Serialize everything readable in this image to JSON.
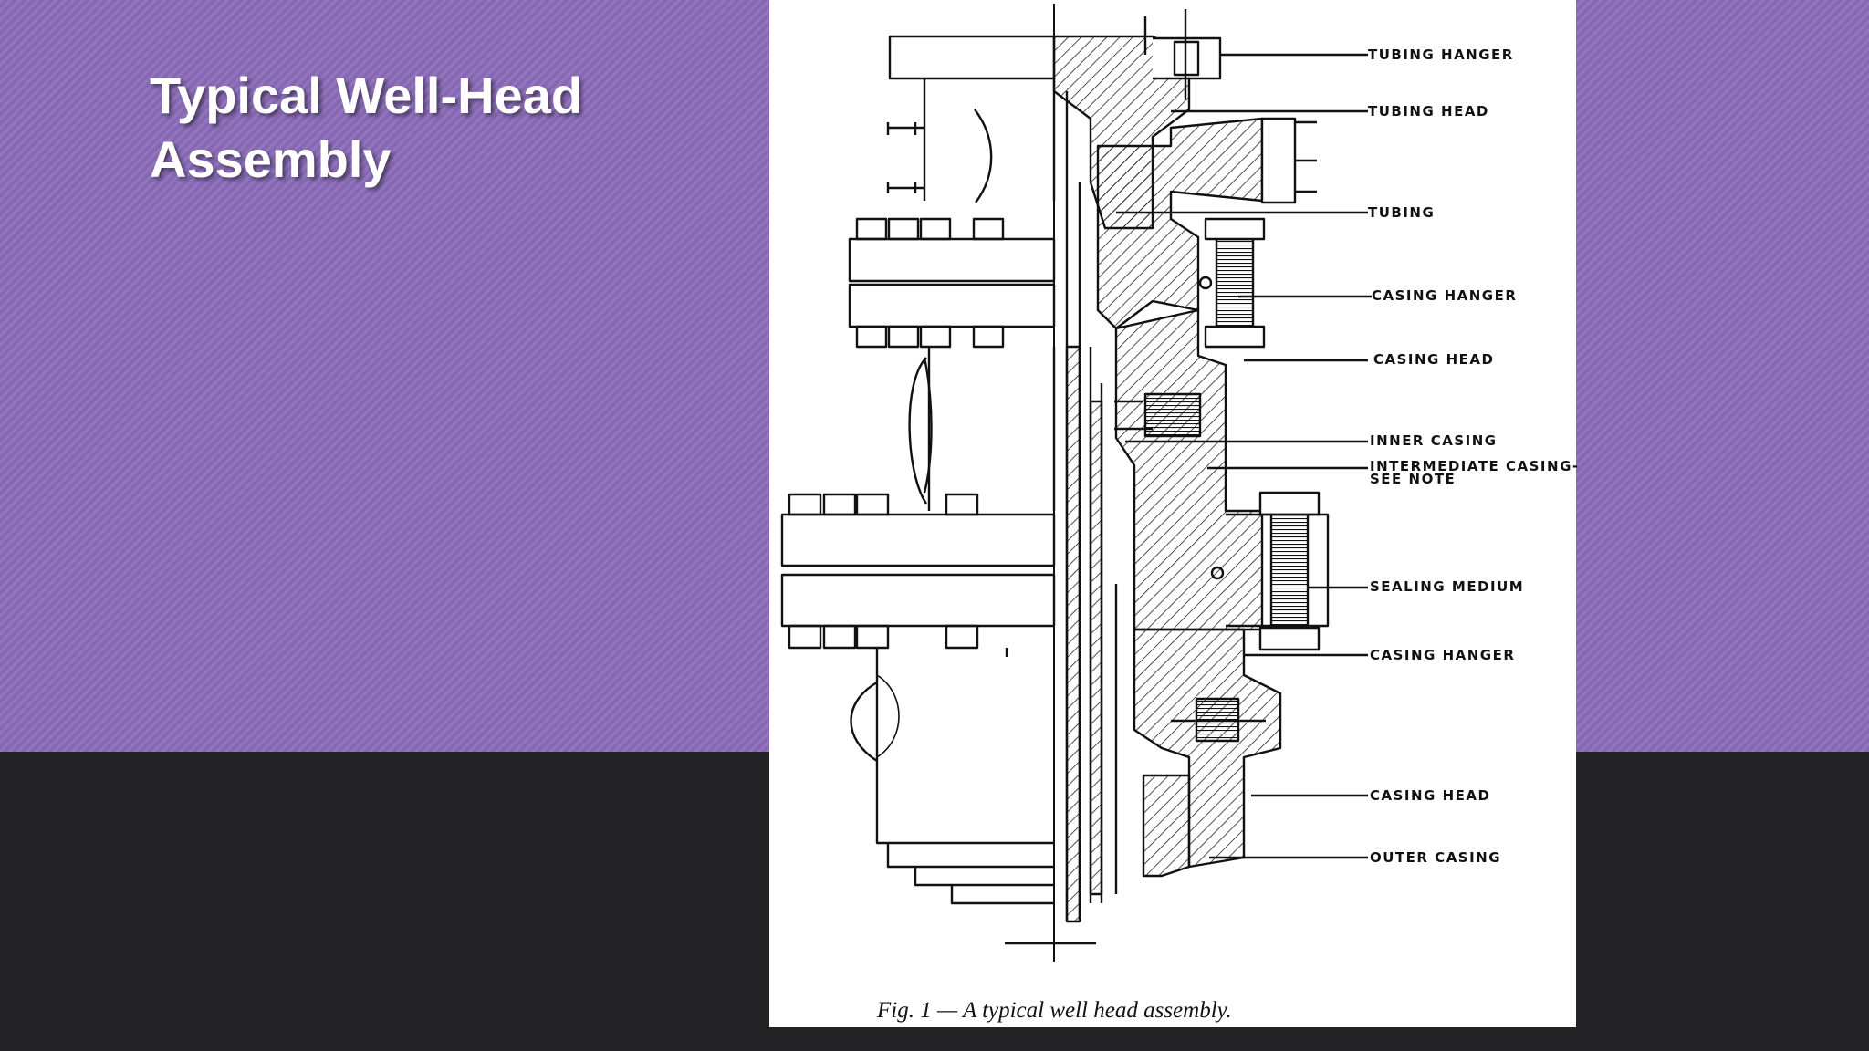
{
  "slide": {
    "title": "Typical Well-Head Assembly",
    "colors": {
      "top_background": "#8a6bb8",
      "bottom_background": "#232325",
      "title_text": "#ffffff"
    }
  },
  "figure": {
    "labels": {
      "tubing_hanger": "TUBING HANGER",
      "tubing_head": "TUBING HEAD",
      "tubing": "TUBING",
      "casing_hanger_upper": "CASING HANGER",
      "casing_head_upper": "CASING HEAD",
      "inner_casing": "INNER CASING",
      "intermediate_casing_1": "INTERMEDIATE CASING-",
      "intermediate_casing_2": "SEE NOTE",
      "sealing_medium": "SEALING MEDIUM",
      "casing_hanger_lower": "CASING HANGER",
      "casing_head_lower": "CASING HEAD",
      "outer_casing": "OUTER CASING"
    },
    "caption": "Fig. 1 — A typical well head assembly."
  }
}
